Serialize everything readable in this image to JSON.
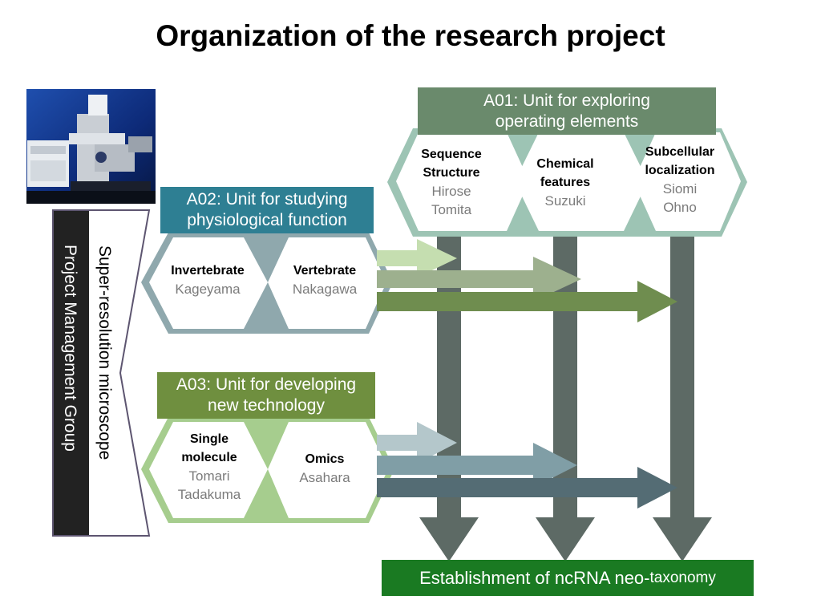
{
  "title": "Organization of the research project",
  "a01": {
    "title_line1": "A01: Unit for exploring",
    "title_line2": "operating elements",
    "color": "#6a8a6c",
    "cells": [
      {
        "label": "Sequence\nStructure",
        "names": "Hirose\nTomita"
      },
      {
        "label": "Chemical\nfeatures",
        "names": "Suzuki"
      },
      {
        "label": "Subcellular\nlocalization",
        "names": "Siomi\nOhno"
      }
    ]
  },
  "a02": {
    "title_line1": "A02: Unit for studying",
    "title_line2": "physiological function",
    "color": "#2e7f93",
    "cells": [
      {
        "label": "Invertebrate",
        "names": "Kageyama"
      },
      {
        "label": "Vertebrate",
        "names": "Nakagawa"
      }
    ]
  },
  "a03": {
    "title_line1": "A03: Unit for developing",
    "title_line2": "new technology",
    "color": "#6f8f3f",
    "cells": [
      {
        "label": "Single\nmolecule",
        "names": "Tomari\nTadakuma"
      },
      {
        "label": "Omics",
        "names": "Asahara"
      }
    ]
  },
  "side": {
    "project_group": "Project Management Group",
    "microscope": "Super-resolution microscope"
  },
  "bottom": {
    "text_main": "Establishment of ncRNA neo-",
    "text_small": "taxonomy",
    "color": "#1a7a22"
  },
  "icons": {
    "microscope": "microscope-photo"
  }
}
